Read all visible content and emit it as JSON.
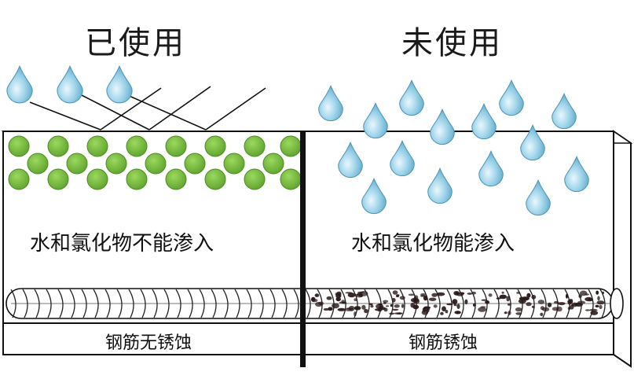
{
  "left_panel": {
    "title": "已使用",
    "caption": "水和氯化物不能渗入",
    "rebar_label": "钢筋无锈蚀"
  },
  "right_panel": {
    "title": "未使用",
    "caption": "水和氯化物能渗入",
    "rebar_label": "钢筋锈蚀"
  },
  "colors": {
    "water_drop": "#7ec4de",
    "coating_sphere": "#77c043",
    "rust": "#2a1a1a",
    "outline": "#111111"
  }
}
